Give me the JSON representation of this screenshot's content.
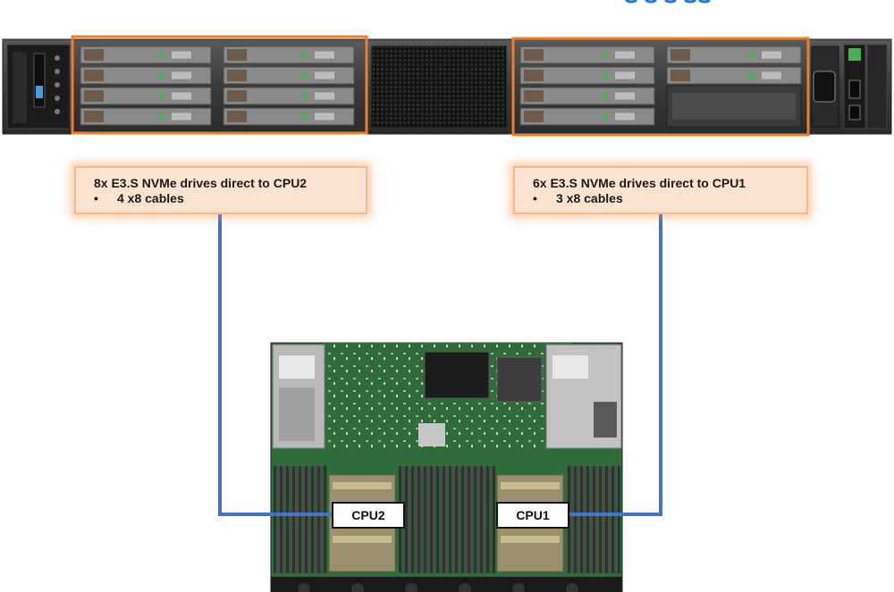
{
  "callouts": {
    "left": {
      "title": "8x E3.S NVMe drives direct to CPU2",
      "bullet_marker": "•",
      "bullet": "4 x8 cables"
    },
    "right": {
      "title": "6x E3.S NVMe drives direct to  CPU1",
      "bullet_marker": "•",
      "bullet": "3 x8 cables"
    }
  },
  "cpus": {
    "cpu2": "CPU2",
    "cpu1": "CPU1"
  },
  "colors": {
    "highlight_orange": "#ef7d2c",
    "cable_blue": "#4472c4",
    "callout_fill": "#fbe3cf",
    "heading_blue": "#1f7bd1",
    "pcb_green": "#2f6b3b"
  },
  "drives": {
    "left_group_count": 8,
    "right_group_count": 6
  }
}
